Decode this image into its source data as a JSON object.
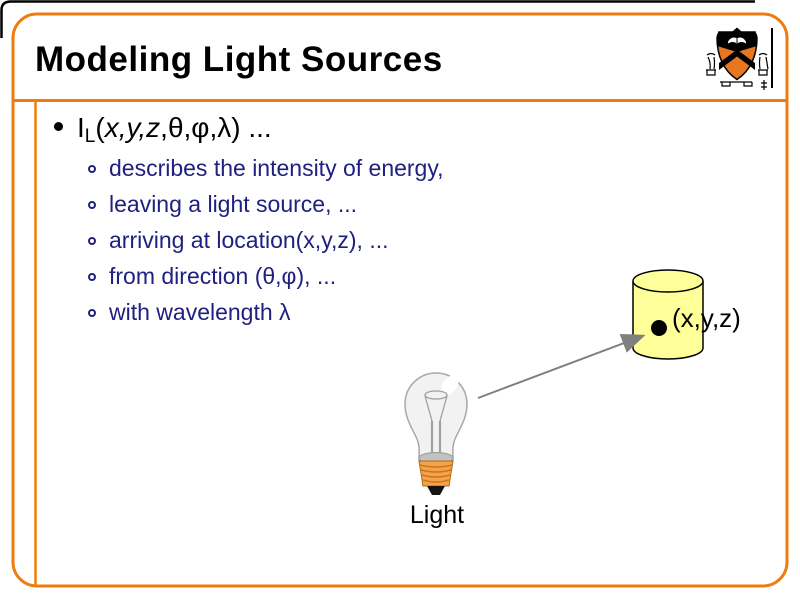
{
  "slide": {
    "title": "Modeling Light Sources",
    "main_bullet": {
      "func": "I",
      "func_sub": "L",
      "paren_open": "(",
      "vars": "x,y,z",
      "comma": ",",
      "greek_args": "θ,φ,λ",
      "close_ellipsis": ") ..."
    },
    "sub_bullets": [
      "describes the intensity of energy,",
      "leaving a light source, ...",
      "arriving at location(x,y,z), ...",
      "from direction (θ,φ), ...",
      "with wavelength λ"
    ]
  },
  "diagram": {
    "point_label": "(x,y,z)",
    "light_label": "Light"
  },
  "icons": {
    "logo": "princeton-shield-icon",
    "light_source": "light-bulb-icon",
    "surface": "cylinder-shape",
    "ray": "arrow-to-point"
  },
  "colors": {
    "accent_orange": "#ED7D0E",
    "bullet_navy": "#202080",
    "title_black": "#000000",
    "cylinder_yellow": "#FFFF99",
    "arrow_gray": "#808080",
    "shield_orange": "#E87722"
  }
}
